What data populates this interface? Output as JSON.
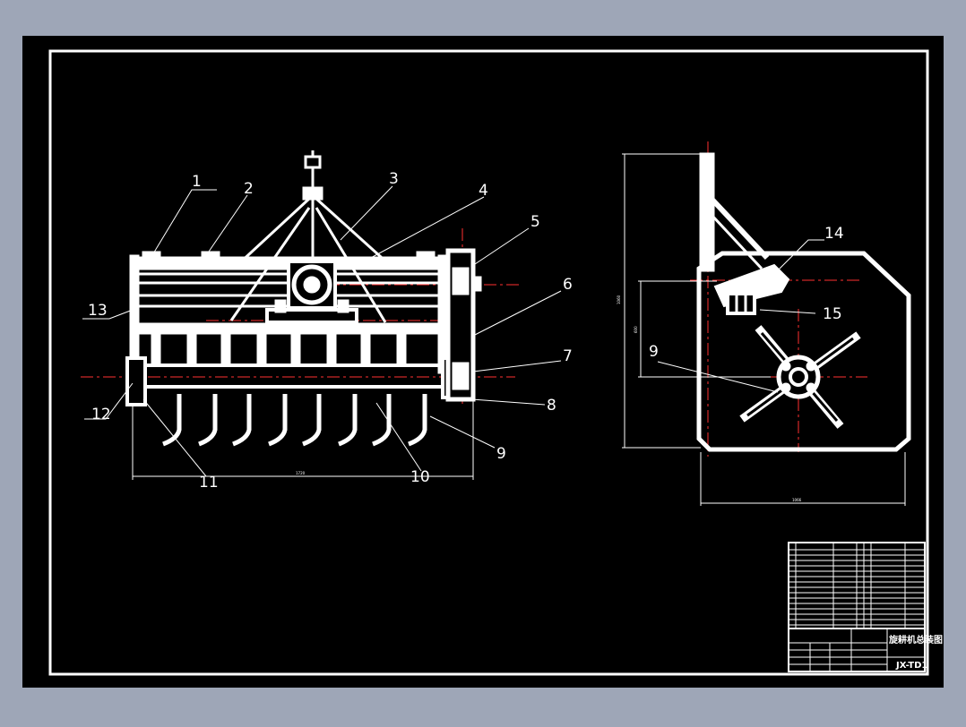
{
  "colors": {
    "background": "#9ea6b7",
    "paper": "#000000",
    "line": "#ffffff",
    "center_line": "#ff3030"
  },
  "callouts": {
    "front": [
      "1",
      "2",
      "3",
      "4",
      "5",
      "6",
      "7",
      "8",
      "9",
      "10",
      "11",
      "12",
      "13"
    ],
    "side": [
      "14",
      "15",
      "9"
    ]
  },
  "dimensions": {
    "front_width": "1720",
    "side_width": "1066",
    "side_height": "1060",
    "side_inner_height": "600"
  },
  "title_block": {
    "title": "旋耕机总装图",
    "drawing_no": "JX-TD1"
  }
}
